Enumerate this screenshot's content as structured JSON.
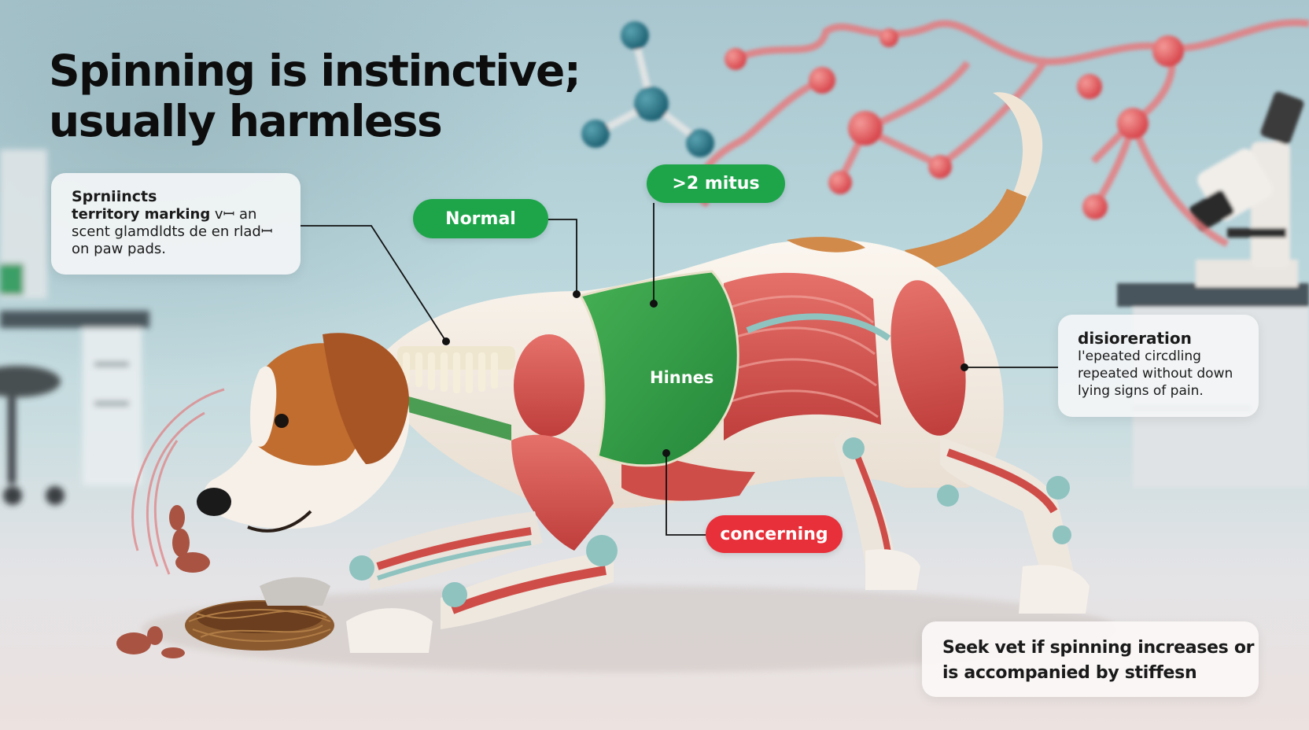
{
  "title": {
    "line1": "Spinning is instinctive;",
    "line2": "usually harmless"
  },
  "callouts": {
    "left_card": {
      "heading": "Sprniincts",
      "line1_bold": "territory marking",
      "line1_rest": " vꟷ an",
      "line2": "scent glamdldts de en rladꟷ",
      "line3": "on paw pads."
    },
    "normal_pill": {
      "label": "Normal",
      "color": "#1ea54a"
    },
    "duration_pill": {
      "label": ">2 mitus",
      "color": "#1ea54a"
    },
    "region_label": {
      "label": "Hinnes"
    },
    "concerning_pill": {
      "label": "concerning",
      "color": "#e8303a"
    },
    "right_card": {
      "heading": "disioreration",
      "line1": "I'epeated circdling",
      "line2": "repeated without down",
      "line3": "lying signs of pain."
    },
    "bottom_card": {
      "line1": "Seek vet if spinning increases or",
      "line2": "is accompanied by stiffesn"
    }
  },
  "illustration": {
    "subject": "cartoon dog with anatomical muscle/skeleton cutaway circling a nest",
    "background": "laboratory with microscopes and molecular structures",
    "colors": {
      "muscle": "#d9574f",
      "bone": "#8fc3c0",
      "fur_white": "#f4ece2",
      "fur_brown": "#b8622a",
      "highlight_region": "#2f9a3f",
      "molecule_red": "#e2575a",
      "molecule_teal": "#2f7d8f"
    }
  }
}
